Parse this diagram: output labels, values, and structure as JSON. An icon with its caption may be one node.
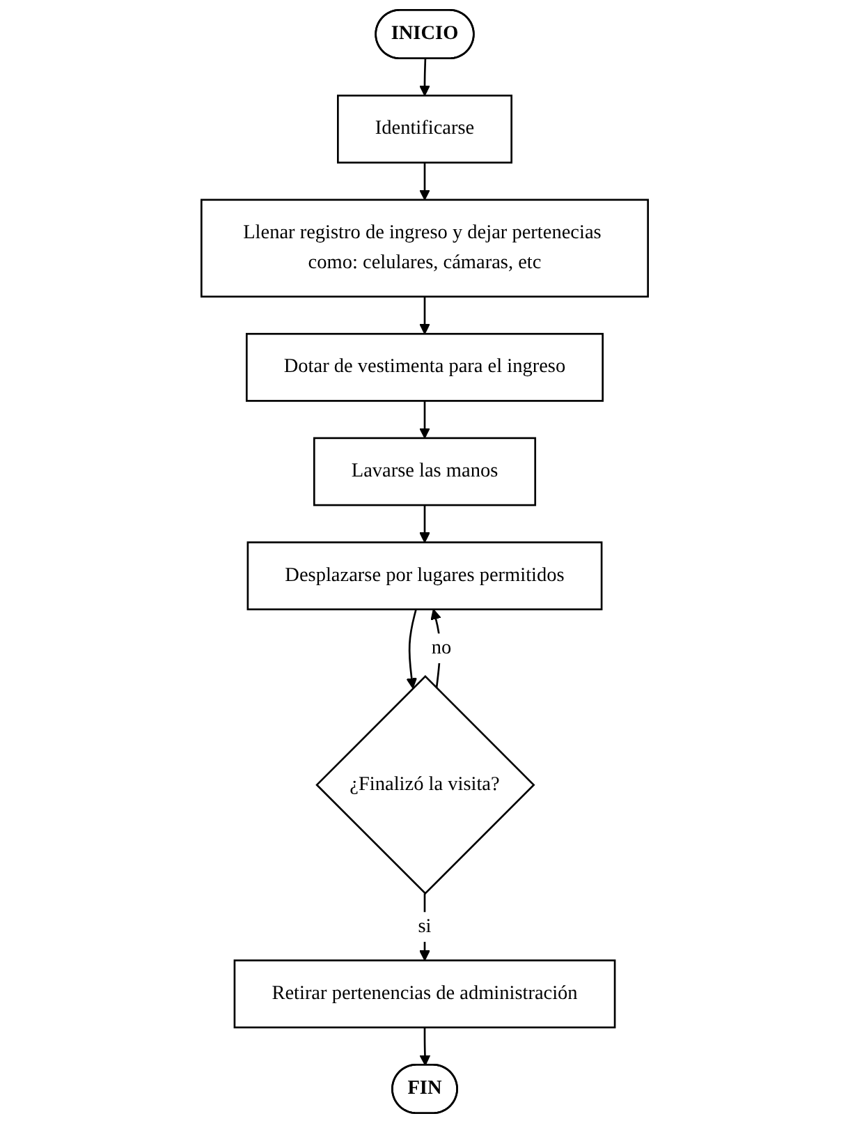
{
  "diagram": {
    "nodes": [
      {
        "text": [
          "INICIO"
        ]
      },
      {
        "text": [
          "Identificarse"
        ]
      },
      {
        "text": [
          "Llenar registro de ingreso y dejar pertenecias como: celulares, cámaras, etc"
        ]
      },
      {
        "text": [
          "Dotar de vestimenta para el ingreso"
        ]
      },
      {
        "text": [
          "Lavarse las manos"
        ]
      },
      {
        "text": [
          "Desplazarse por lugares permitidos"
        ]
      },
      {
        "text": [
          "¿Finalizó la visita?"
        ]
      },
      {
        "text": [
          "Retirar pertenencias de administración"
        ]
      },
      {
        "text": [
          "FIN"
        ]
      }
    ],
    "edges": [
      {
        "from": 0,
        "to": 1,
        "arrow": "to"
      },
      {
        "from": 1,
        "to": 2,
        "arrow": "to"
      },
      {
        "from": 2,
        "to": 3,
        "arrow": "to"
      },
      {
        "from": 3,
        "to": 4,
        "arrow": "to"
      },
      {
        "from": 4,
        "to": 5,
        "arrow": "to"
      },
      {
        "from": 5,
        "to": 6,
        "arrow": "to"
      },
      {
        "from": 6,
        "to": 5,
        "arrow": "to",
        "label": "no"
      },
      {
        "from": 6,
        "to": 7,
        "arrow": "to",
        "label": "si"
      },
      {
        "from": 7,
        "to": 8,
        "arrow": "to"
      }
    ]
  }
}
